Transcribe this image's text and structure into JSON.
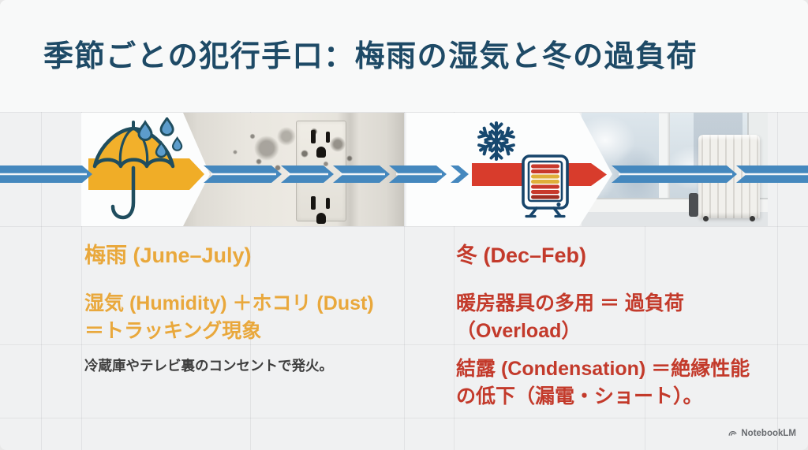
{
  "slide": {
    "title": "季節ごとの犯行手口：梅雨の湿気と冬の過負荷"
  },
  "timeline": {
    "rainy_icon": "umbrella-rain-icon",
    "winter_icons": [
      "snowflake-icon",
      "heater-icon"
    ],
    "photos": [
      "moldy-outlet-photo",
      "frosty-window-radiator-photo"
    ]
  },
  "sections": {
    "rainy": {
      "heading": "梅雨 (June–July)",
      "body": "湿気 (Humidity) ＋ホコリ (Dust)\n＝トラッキング現象",
      "note": "冷蔵庫やテレビ裏のコンセントで発火。",
      "accent_color": "#E9A83C"
    },
    "winter": {
      "heading": "冬 (Dec–Feb)",
      "body1": "暖房器具の多用 ＝ 過負荷\n（Overload）",
      "body2": "結露 (Condensation) ＝絶縁性能\nの低下（漏電・ショート）。",
      "accent_color": "#C33A2B"
    }
  },
  "colors": {
    "title_navy": "#1E4A66",
    "ribbon_blue": "#4588BE",
    "ribbon_yellow": "#F0AD27",
    "ribbon_red": "#D83C2C",
    "background": "#F0F1F2"
  },
  "footer": {
    "brand": "NotebookLM"
  }
}
